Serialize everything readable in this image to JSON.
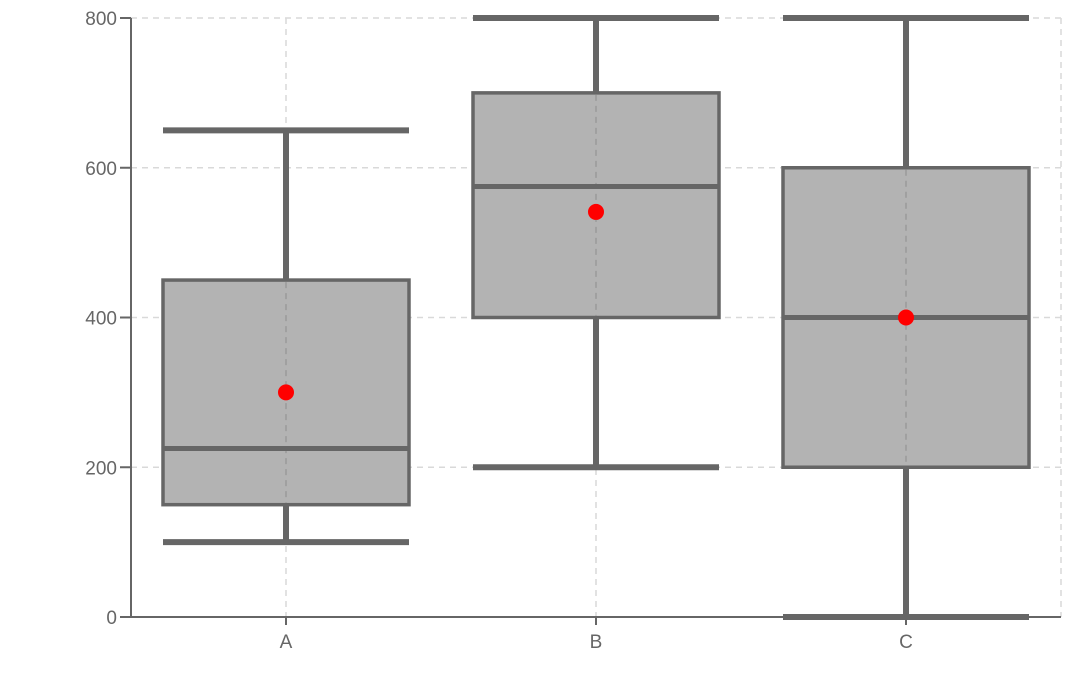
{
  "chart_data": {
    "type": "box",
    "title": "",
    "xlabel": "",
    "ylabel": "",
    "ylim": [
      0,
      800
    ],
    "yticks": [
      0,
      200,
      400,
      600,
      800
    ],
    "ytick_labels": [
      "0",
      "200",
      "400",
      "600",
      "800"
    ],
    "categories": [
      "A",
      "B",
      "C"
    ],
    "grid": true,
    "legend": null,
    "boxes": [
      {
        "category": "A",
        "whisker_low": 100,
        "q1": 150,
        "median": 225,
        "q3": 450,
        "whisker_high": 650,
        "mean": 300
      },
      {
        "category": "B",
        "whisker_low": 200,
        "q1": 400,
        "median": 575,
        "q3": 700,
        "whisker_high": 800,
        "mean": 541
      },
      {
        "category": "C",
        "whisker_low": 0,
        "q1": 200,
        "median": 400,
        "q3": 600,
        "whisker_high": 800,
        "mean": 400
      }
    ],
    "colors": {
      "box_fill": "#b3b3b3",
      "box_stroke": "#666666",
      "mean_marker": "#ff0000",
      "axis": "#666666",
      "grid": "#d9d9d9",
      "text": "#666666"
    }
  }
}
